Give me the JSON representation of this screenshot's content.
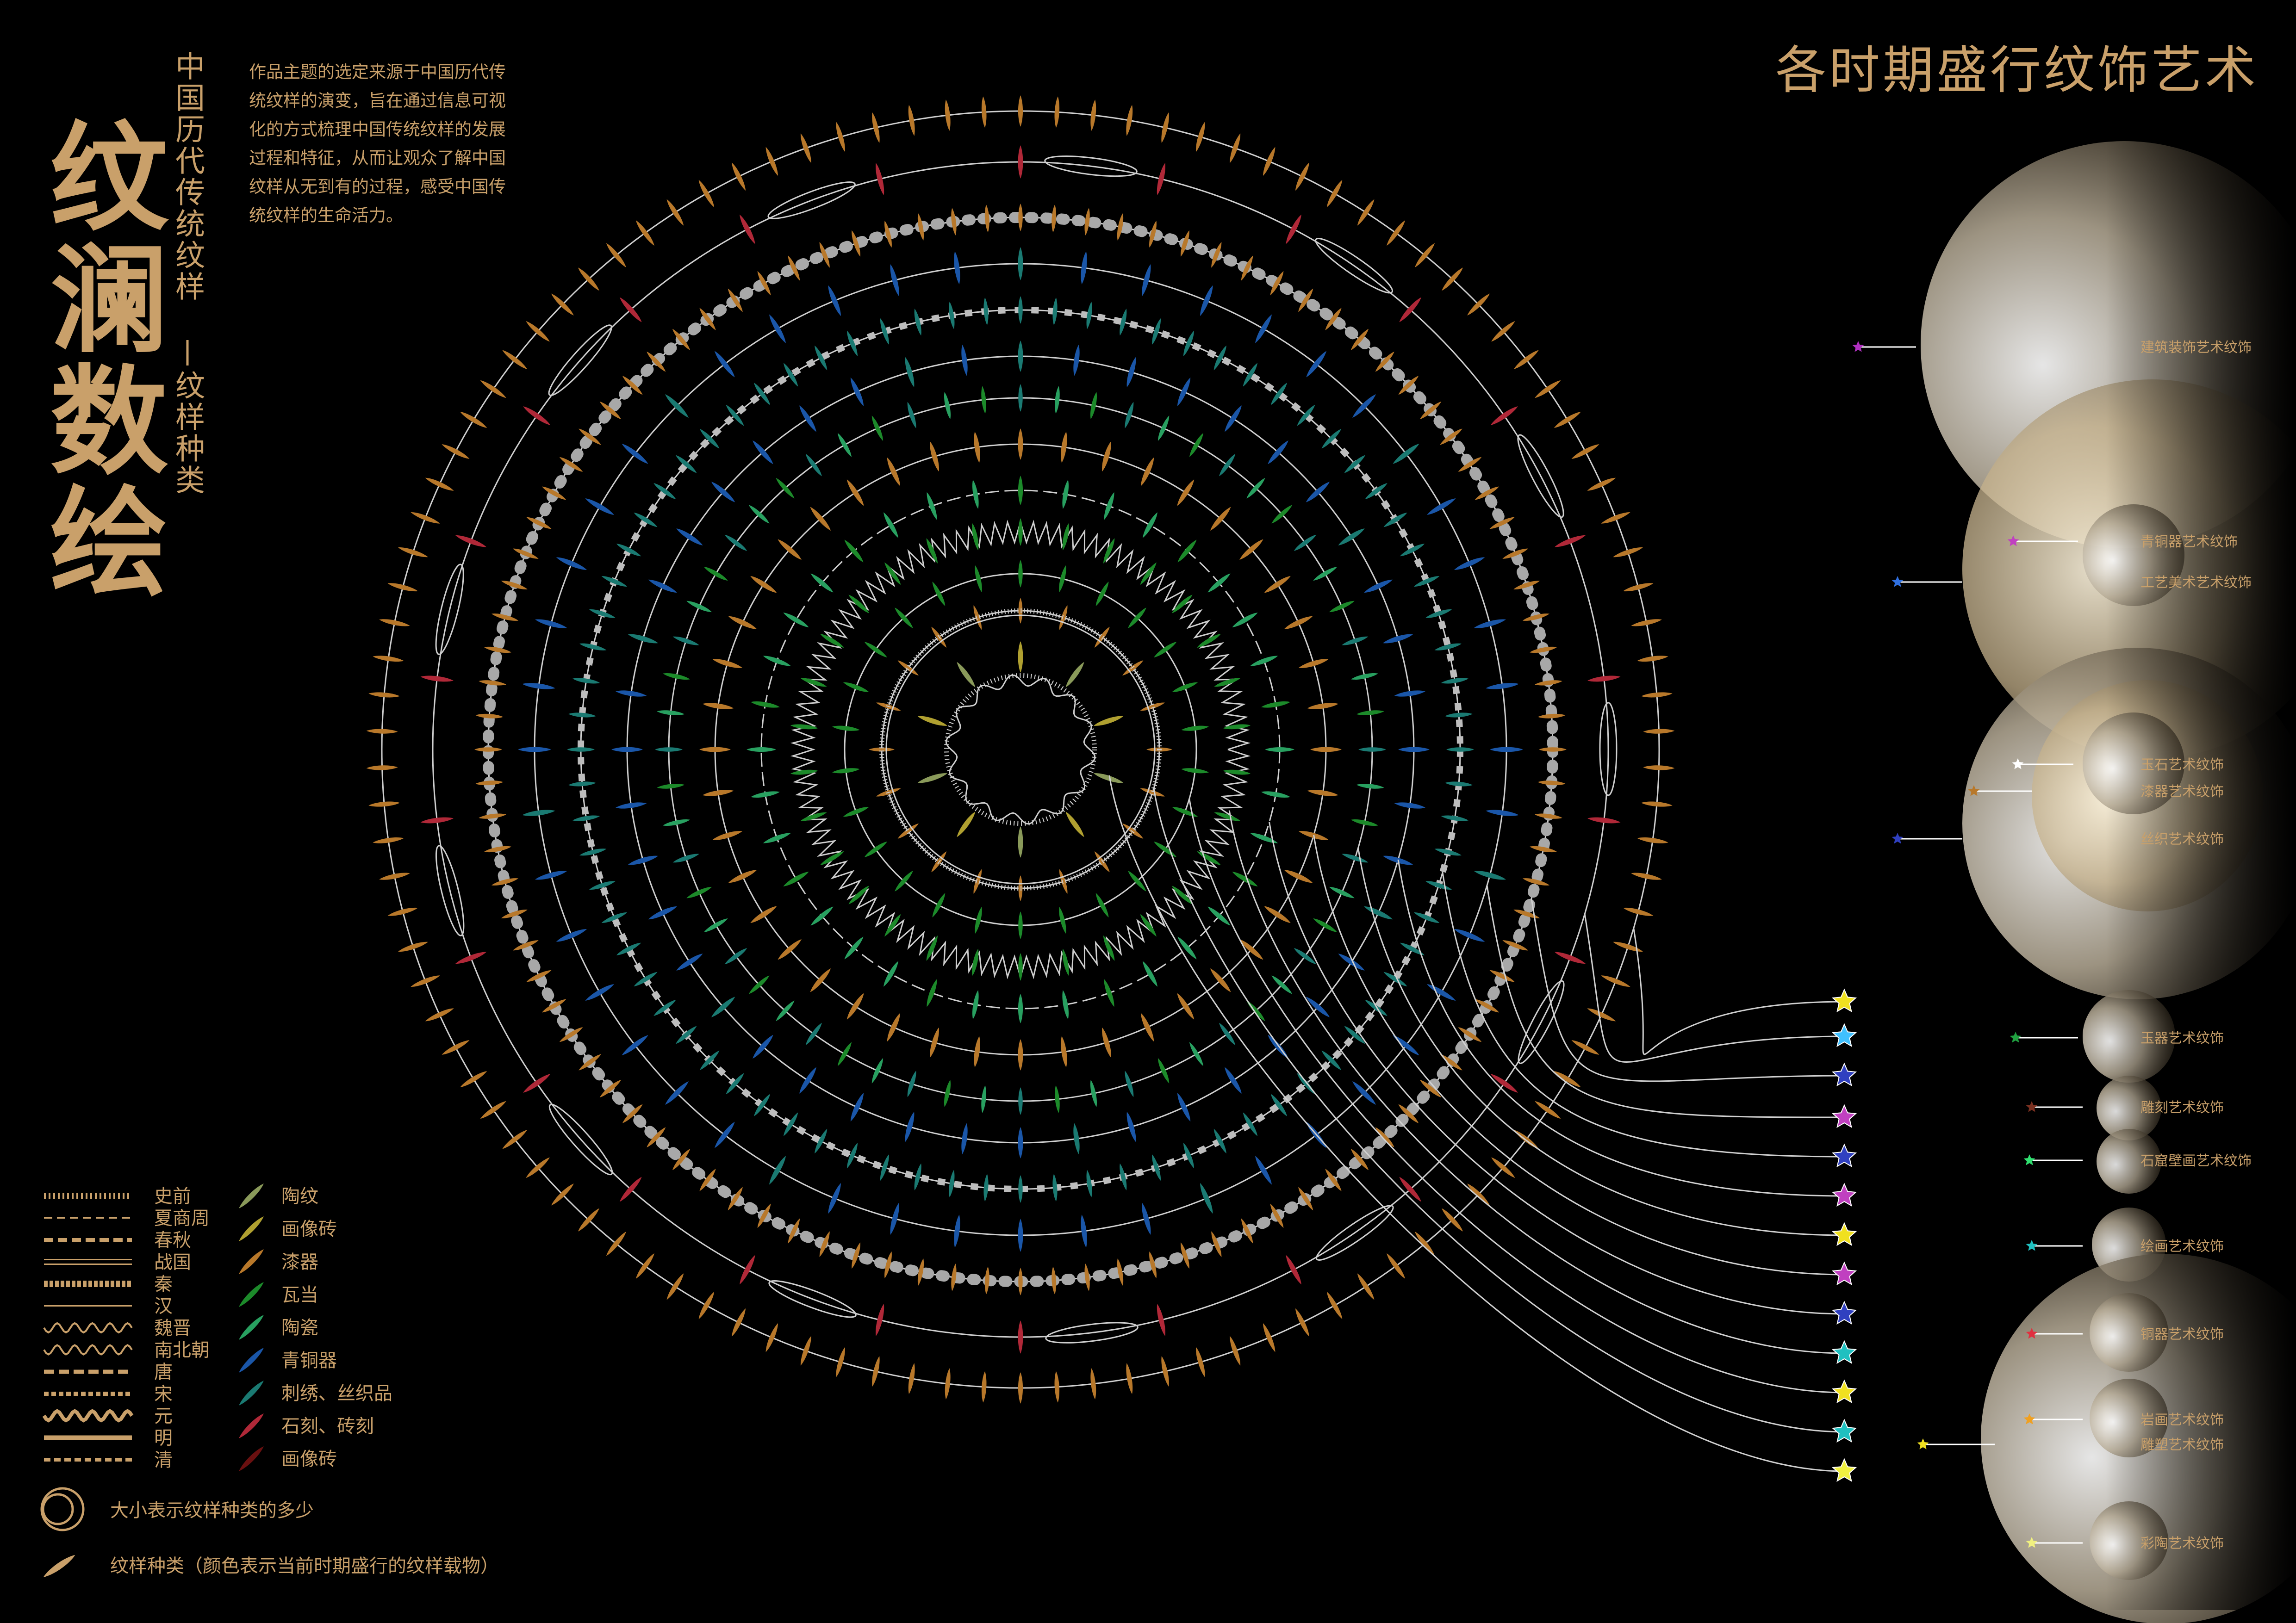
{
  "title": {
    "main": "纹澜数绘",
    "sub": "中国历代传统纹样",
    "sub_dash": "—",
    "sub2": "纹样种类"
  },
  "intro_lines": [
    "作品主题的选定来源于中国历代传",
    "统纹样的演变，旨在通过信息可视",
    "化的方式梳理中国传统纹样的发展",
    "过程和特征，从而让观众了解中国",
    "纹样从无到有的过程，感受中国传",
    "统纹样的生命活力。"
  ],
  "right_title": "各时期盛行纹饰艺术",
  "periods": [
    "史前",
    "夏商周",
    "春秋",
    "战国",
    "秦",
    "汉",
    "魏晋",
    "南北朝",
    "唐",
    "宋",
    "元",
    "明",
    "清"
  ],
  "carriers": [
    {
      "label": "陶纹",
      "color": "#8a9a5a"
    },
    {
      "label": "画像砖",
      "color": "#b0a030"
    },
    {
      "label": "漆器",
      "color": "#b8782a"
    },
    {
      "label": "瓦当",
      "color": "#1c8a2a"
    },
    {
      "label": "陶瓷",
      "color": "#28a060"
    },
    {
      "label": "青铜器",
      "color": "#1a56a8"
    },
    {
      "label": "刺绣、丝织品",
      "color": "#1a7a72"
    },
    {
      "label": "石刻、砖刻",
      "color": "#b02838"
    },
    {
      "label": "画像砖",
      "color": "#6a1010"
    }
  ],
  "legend_notes": {
    "size": "大小表示纹样种类的多少",
    "leaf": "纹样种类（颜色表示当前时期盛行的纹样载物）"
  },
  "art_labels": [
    {
      "label": "建筑装饰艺术纹饰",
      "star": "#b030c0"
    },
    {
      "label": "青铜器艺术纹饰",
      "star": "#c040c0"
    },
    {
      "label": "工艺美术艺术纹饰",
      "star": "#3070e0"
    },
    {
      "label": "玉石艺术纹饰",
      "star": "#ffffff"
    },
    {
      "label": "漆器艺术纹饰",
      "star": "#b8782a"
    },
    {
      "label": "丝织艺术纹饰",
      "star": "#3040c0"
    },
    {
      "label": "玉器艺术纹饰",
      "star": "#20a040"
    },
    {
      "label": "雕刻艺术纹饰",
      "star": "#7a3020"
    },
    {
      "label": "石窟壁画艺术纹饰",
      "star": "#30e070"
    },
    {
      "label": "绘画艺术纹饰",
      "star": "#20c0c0"
    },
    {
      "label": "铜器艺术纹饰",
      "star": "#e03040"
    },
    {
      "label": "岩画艺术纹饰",
      "star": "#f0a020"
    },
    {
      "label": "雕塑艺术纹饰",
      "star": "#f0e020"
    },
    {
      "label": "彩陶艺术纹饰",
      "star": "#f0f080"
    }
  ],
  "colors": {
    "gold": "#c9a06a",
    "line": "#d0d0d0",
    "background": "#000000"
  }
}
